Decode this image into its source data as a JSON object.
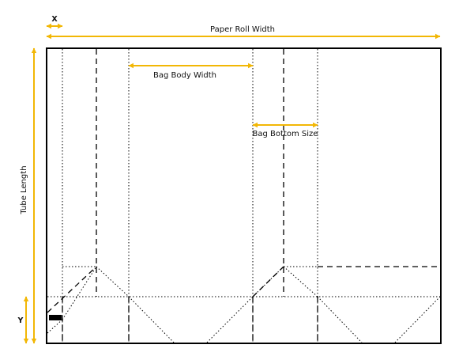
{
  "labels": {
    "x_offset": "X",
    "paper_roll_width": "Paper Roll Width",
    "bag_body_width": "Bag Body Width",
    "bag_bottom_size": "Bag Bottom Size",
    "tube_length": "Tube Length",
    "y_offset": "Y"
  },
  "colors": {
    "dimension_arrow": "#F2B705",
    "outline": "#000000",
    "background": "#FFFFFF"
  }
}
